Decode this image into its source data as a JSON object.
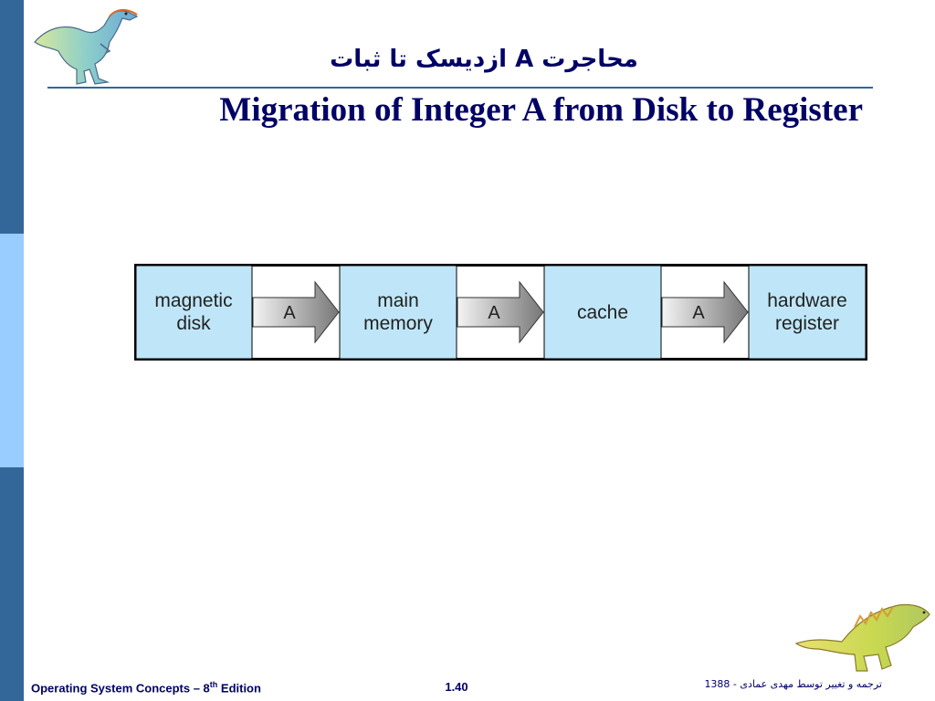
{
  "slide": {
    "title_fa": "محاجرت A ازدیسک تا ثبات",
    "title_en": "Migration of Integer A from Disk to Register"
  },
  "diagram": {
    "boxes": [
      {
        "line1": "magnetic",
        "line2": "disk"
      },
      {
        "line1": "main",
        "line2": "memory"
      },
      {
        "line1": "cache",
        "line2": ""
      },
      {
        "line1": "hardware",
        "line2": "register"
      }
    ],
    "arrows": [
      {
        "label": "A"
      },
      {
        "label": "A"
      },
      {
        "label": "A"
      }
    ],
    "colors": {
      "box_fill": "#bfe6f8",
      "arrow_light": "#f4f4f4",
      "arrow_dark": "#777777",
      "border": "#000000"
    }
  },
  "footer": {
    "book_prefix": "Operating System Concepts – 8",
    "book_sup": "th",
    "book_suffix": " Edition",
    "page": "1.40",
    "translator": "ترجمه و تغییر توسط مهدی عمادی - 1388"
  },
  "theme": {
    "title_color": "#000066",
    "accent_dark": "#336699",
    "accent_light": "#99ccff"
  },
  "icons": [
    "dinosaur-top-illustration",
    "dinosaur-bottom-illustration"
  ]
}
